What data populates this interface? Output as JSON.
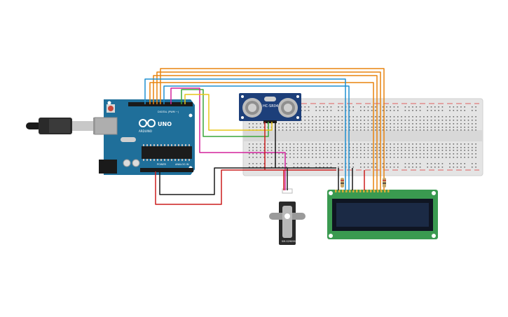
{
  "arduino": {
    "brand": "ARDUINO",
    "model": "UNO",
    "digital_header": "DIGITAL (PWM ~)",
    "power_header": "POWER",
    "analog_header": "ANALOG IN"
  },
  "ultrasonic": {
    "label": "HC-SR04"
  },
  "servo": {
    "label": "SM-S2909S"
  },
  "wire_colors": {
    "orange": "#e8830f",
    "blue": "#1f8fd0",
    "green": "#3aa63a",
    "magenta": "#d3229b",
    "yellow": "#e7c51a",
    "red": "#cc1d1d",
    "black": "#1a1a1a"
  },
  "colors": {
    "arduino_board": "#1f6f9a",
    "breadboard": "#e4e4e4",
    "lcd_pcb": "#3a9a50",
    "lcd_screen": "#1b2a45",
    "sensor_board": "#1d3f7a",
    "servo_body": "#2a2a2a"
  }
}
